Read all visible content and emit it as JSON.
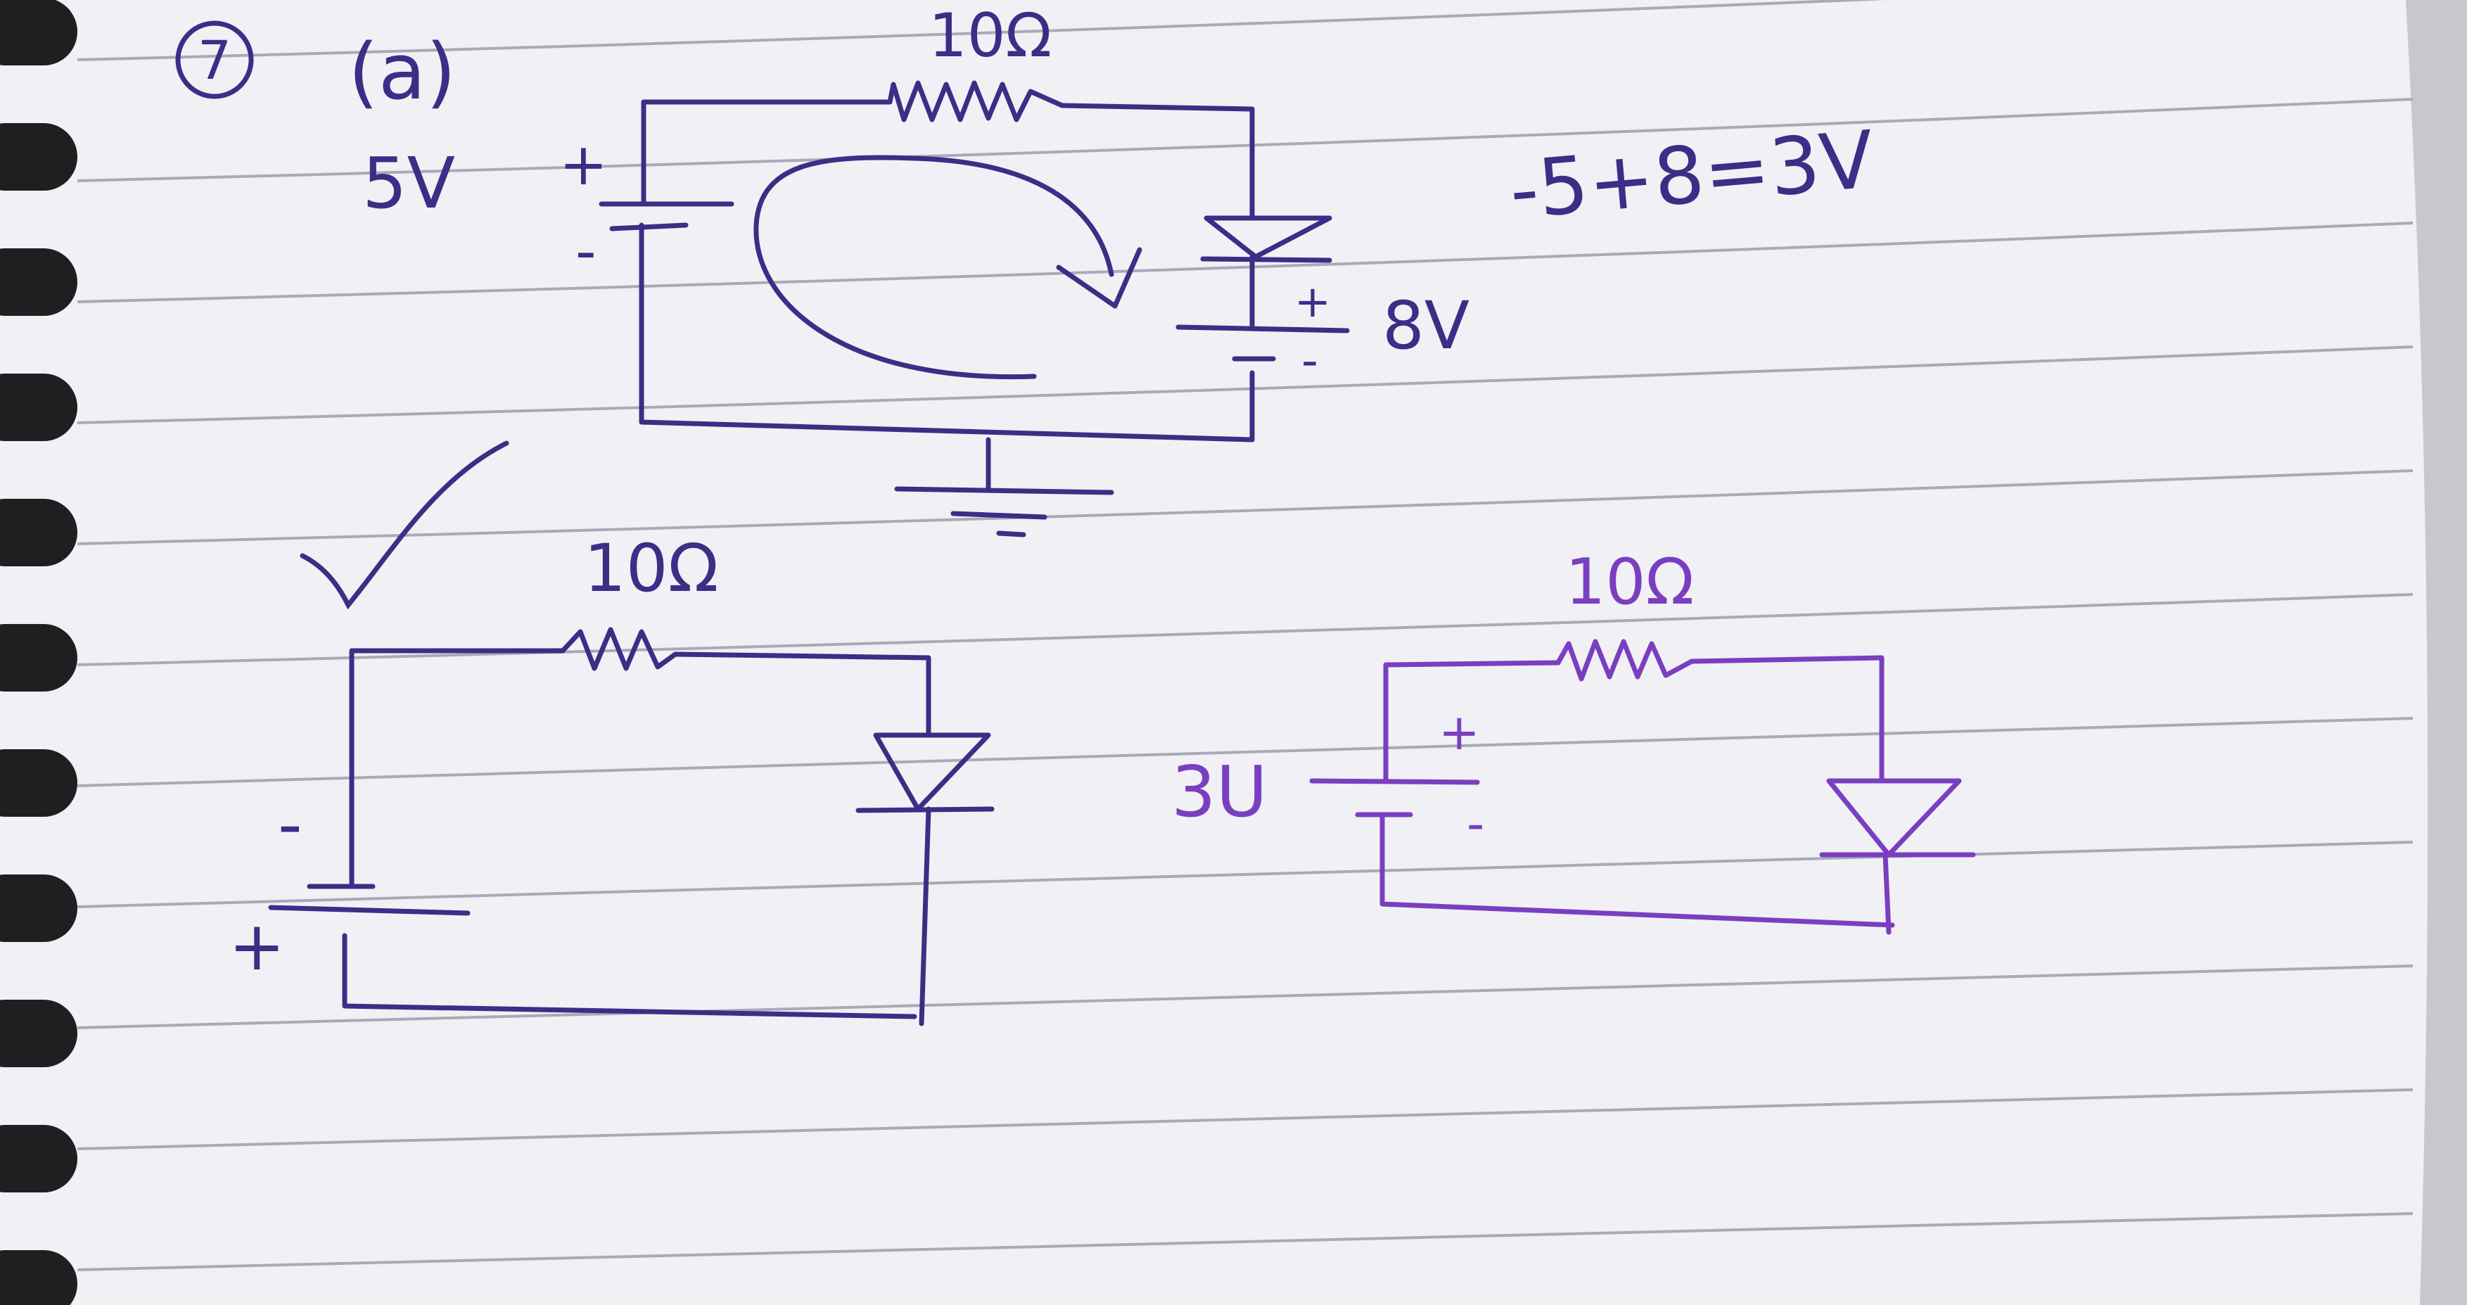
{
  "colors": {
    "paper": "#f3f2f6",
    "paper_shadow": "#cfccd4",
    "rule_line": "#a9aab8",
    "ink_dark": "#3a2f86",
    "ink_purple": "#7a3fc0",
    "spiral_ring": "#1f1f22"
  },
  "header": {
    "problem_number": "7",
    "part_label": "(a)"
  },
  "circuit_top": {
    "resistor_label": "10Ω",
    "source_label": "5V",
    "source_plus": "+",
    "source_minus": "-",
    "diode_plus": "+",
    "diode_minus": "-",
    "diode_voltage": "8V"
  },
  "equation": "-5+8=3V",
  "circuit_left": {
    "resistor_label": "10Ω",
    "source_minus": "-",
    "source_plus": "+"
  },
  "circuit_right": {
    "resistor_label": "10Ω",
    "source_label": "3U",
    "source_plus": "+",
    "source_minus": "-"
  },
  "icons": {
    "spiral": "notebook-spiral-icon",
    "loop_arrow": "curved-arrow-icon",
    "check": "check-mark-icon",
    "ground": "ground-symbol-icon",
    "diode": "diode-symbol-icon",
    "resistor": "resistor-zigzag-icon"
  }
}
